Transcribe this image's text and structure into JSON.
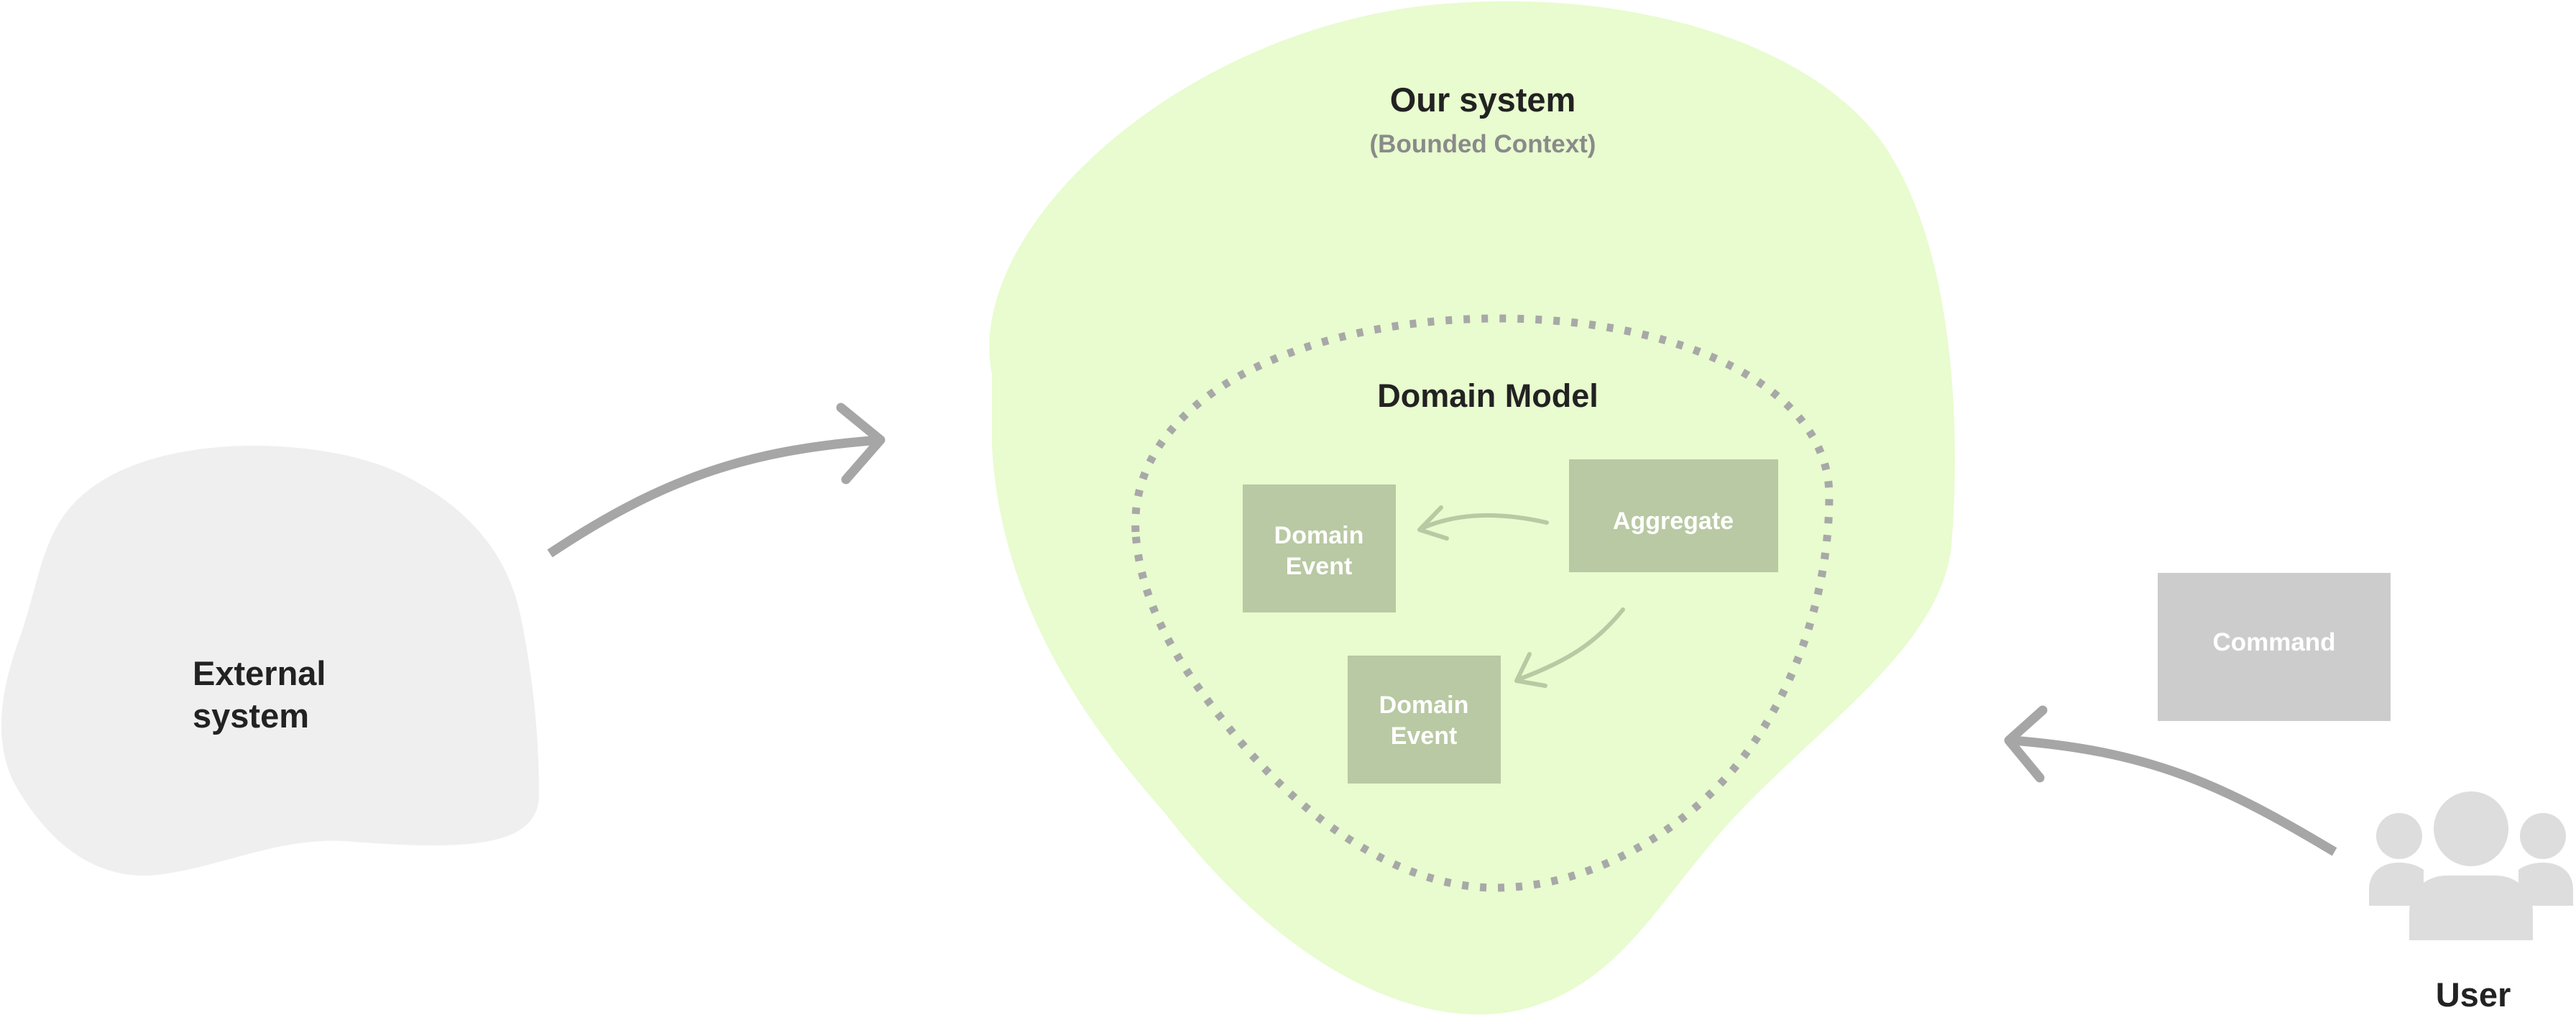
{
  "colors": {
    "bounded_context_fill": "#e8fccf",
    "external_system_fill": "#efefef",
    "domain_box_fill": "#b9c9a3",
    "command_box_fill": "#cccccc",
    "arrow_gray": "#a6a6a6",
    "inner_arrow": "#b9c9a3",
    "dotted_boundary": "#a8a8a8",
    "user_icon": "#dddddd",
    "text_dark": "#222222",
    "text_gray": "#8a8a8a"
  },
  "bounded_context": {
    "title": "Our system",
    "subtitle": "(Bounded Context)"
  },
  "domain_model": {
    "title": "Domain Model",
    "aggregate": "Aggregate",
    "event_1": {
      "line1": "Domain",
      "line2": "Event"
    },
    "event_2": {
      "line1": "Domain",
      "line2": "Event"
    }
  },
  "external_system": {
    "line1": "External",
    "line2": "system"
  },
  "command": {
    "label": "Command"
  },
  "user": {
    "label": "User",
    "icon": "users-group-icon"
  }
}
